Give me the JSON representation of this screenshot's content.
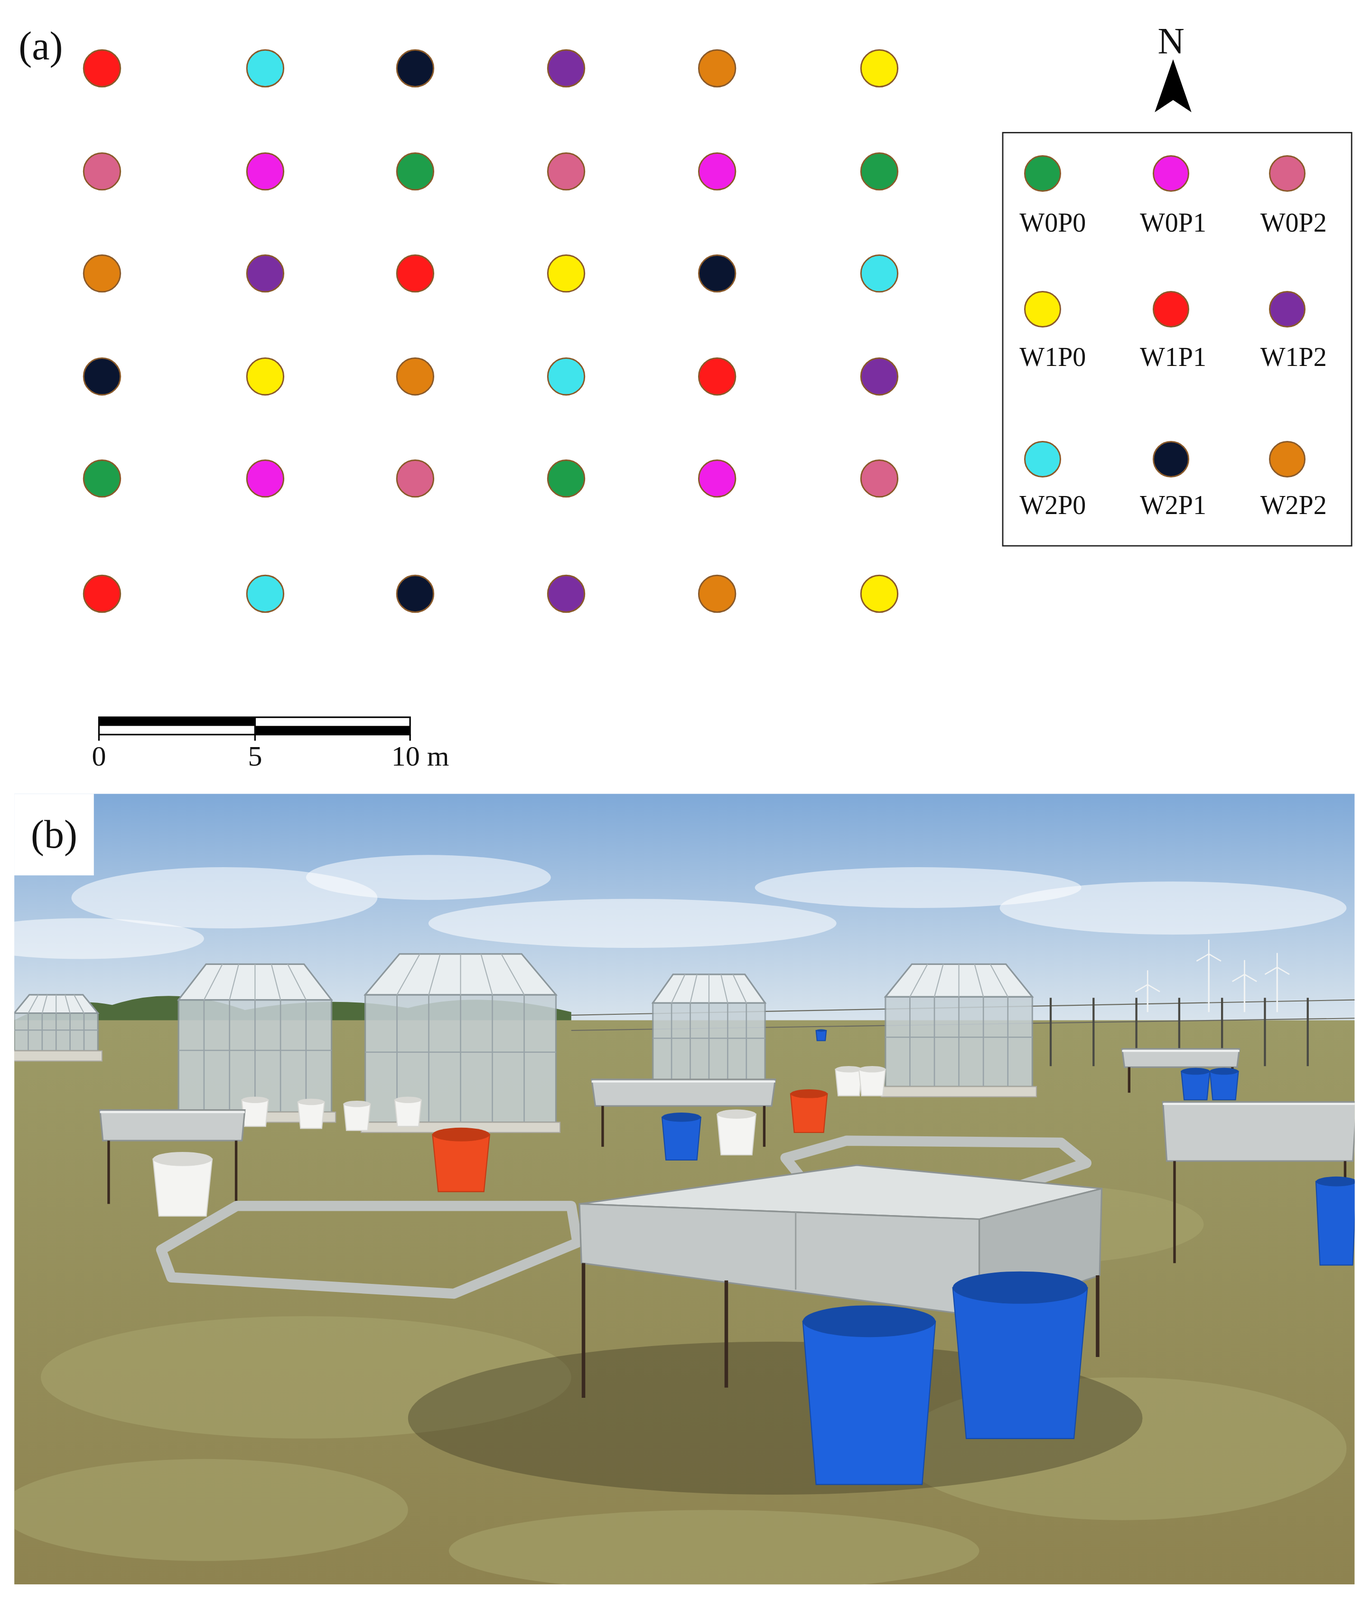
{
  "diagram": {
    "labels": [
      "(a)",
      "N",
      "0",
      "5",
      "10 m",
      "(b)"
    ],
    "legend": [
      {
        "text": "W0P0",
        "color": "#1e9e4a"
      },
      {
        "text": "W0P1",
        "color": "#f01ee8"
      },
      {
        "text": "W0P2",
        "color": "#d9628a"
      },
      {
        "text": "W1P0",
        "color": "#ffee00"
      },
      {
        "text": "W1P1",
        "color": "#ff1a1a"
      },
      {
        "text": "W1P2",
        "color": "#7a2ea0"
      },
      {
        "text": "W2P0",
        "color": "#40e4ec"
      },
      {
        "text": "W2P1",
        "color": "#0a1530"
      },
      {
        "text": "W2P2",
        "color": "#e08010"
      }
    ]
  }
}
